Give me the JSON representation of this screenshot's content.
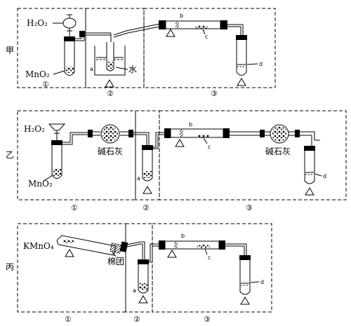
{
  "row_labels": [
    "甲",
    "乙",
    "丙"
  ],
  "sections": [
    "①",
    "②",
    "③"
  ],
  "reagents": {
    "h2o2": "H₂O₂",
    "mno2": "MnO₂",
    "kmno4": "KMnO₄",
    "water": "水",
    "soda_lime": "碱石灰",
    "cotton": "棉团"
  },
  "part_letters": {
    "a": "a",
    "b": "b",
    "c": "c",
    "d": "d"
  },
  "icons": [
    "heat-triangle-icon",
    "drying-tube-icon",
    "dropping-funnel-icon"
  ]
}
